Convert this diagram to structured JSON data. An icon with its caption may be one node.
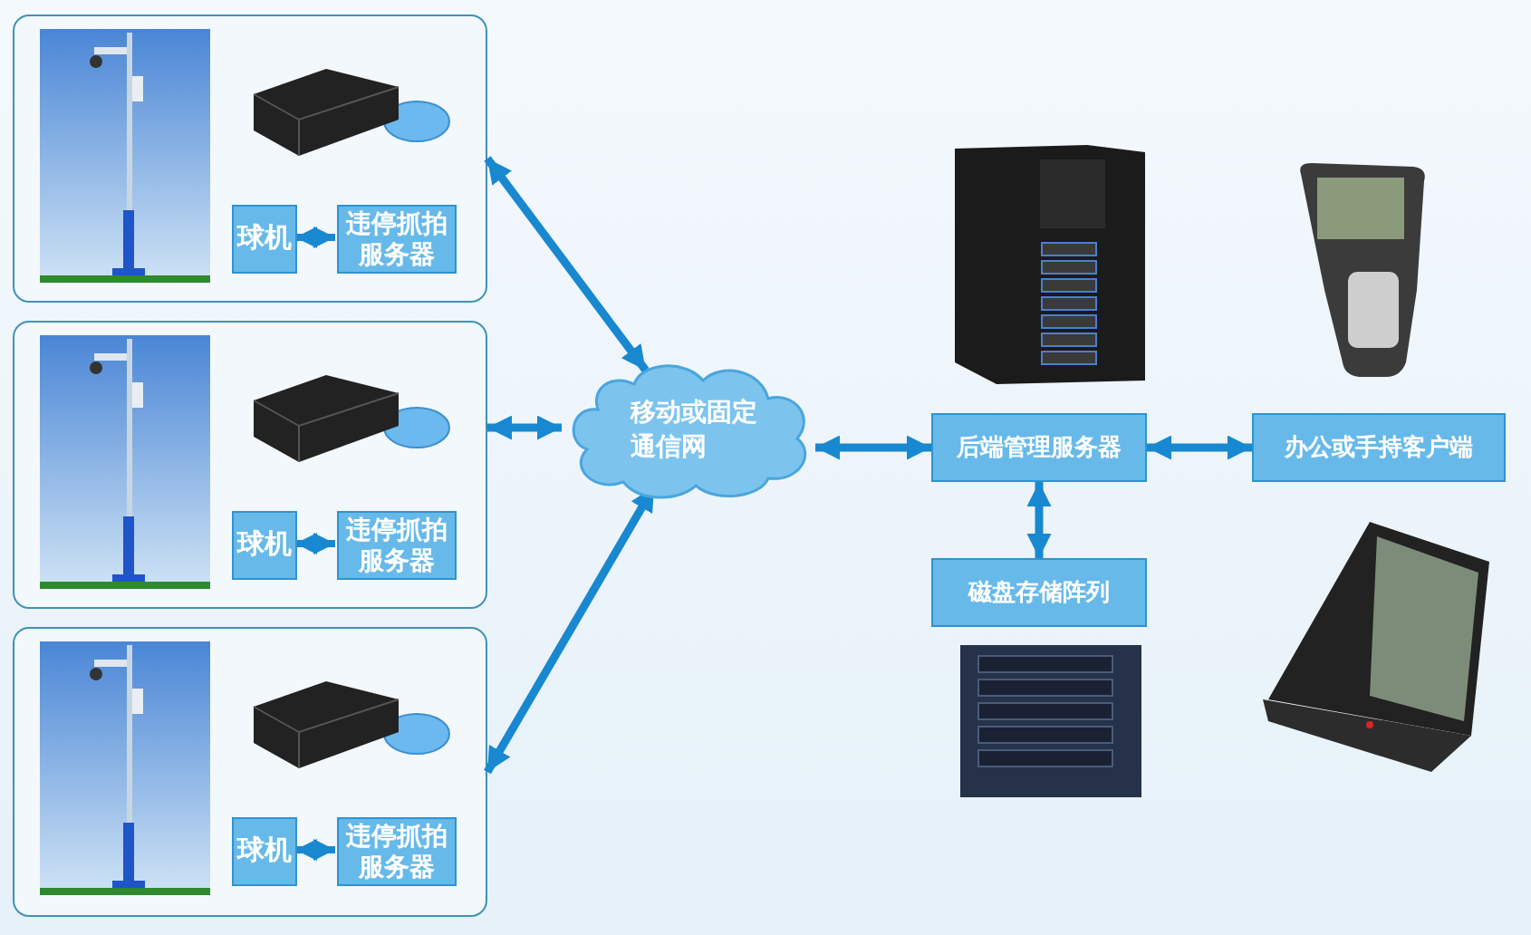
{
  "diagram": {
    "nodes": [
      {
        "text": [],
        "shape": "box"
      },
      {
        "text": [
          "球机"
        ],
        "in": 0
      },
      {
        "text": [
          "违停抓拍服务器"
        ],
        "in": 0
      },
      {
        "text": [],
        "shape": "box"
      },
      {
        "text": [
          "球机"
        ],
        "in": 3
      },
      {
        "text": [
          "违停抓拍服务器"
        ],
        "in": 3
      },
      {
        "text": [],
        "shape": "box"
      },
      {
        "text": [
          "球机"
        ],
        "in": 6
      },
      {
        "text": [
          "违停抓拍服务器"
        ],
        "in": 6
      },
      {
        "text": [
          "移动或固定通信网"
        ]
      },
      {
        "text": [
          "后端管理服务器"
        ]
      },
      {
        "text": [
          "办公或手持客户端"
        ]
      },
      {
        "text": [
          "磁盘存储阵列"
        ]
      }
    ],
    "edges": [
      {
        "from": 1,
        "to": 2,
        "arrow": "both"
      },
      {
        "from": 4,
        "to": 5,
        "arrow": "both"
      },
      {
        "from": 7,
        "to": 8,
        "arrow": "both"
      },
      {
        "from": 0,
        "to": 9,
        "arrow": "both"
      },
      {
        "from": 3,
        "to": 9,
        "arrow": "both"
      },
      {
        "from": 6,
        "to": 9,
        "arrow": "both"
      },
      {
        "from": 9,
        "to": 10,
        "arrow": "both"
      },
      {
        "from": 10,
        "to": 11,
        "arrow": "both"
      },
      {
        "from": 10,
        "to": 12,
        "arrow": "both"
      }
    ]
  }
}
